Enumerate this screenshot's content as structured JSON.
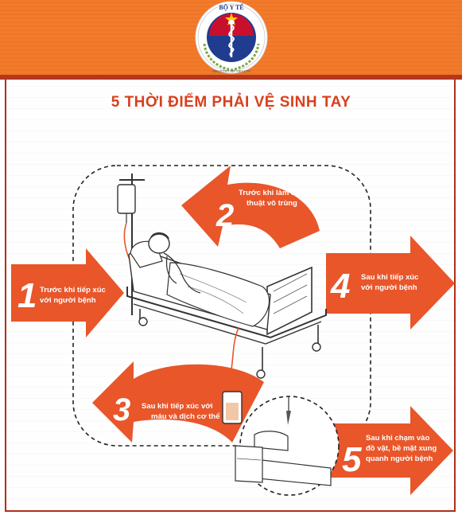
{
  "header": {
    "logo_top_text": "BỘ Y TẾ",
    "logo_bottom_text": "MINISTRY OF HEALTH",
    "brand_color": "#f47a2a",
    "logo_icon": "caduceus-emblem"
  },
  "title": "5 THỜI ĐIỂM PHẢI VỆ SINH TAY",
  "moments": [
    {
      "number": "1",
      "line1": "Trước khi tiếp xúc",
      "line2": "với người bệnh"
    },
    {
      "number": "2",
      "line1": "Trước khi làm thủ",
      "line2": "thuật vô trùng"
    },
    {
      "number": "3",
      "line1": "Sau khi tiếp xúc với",
      "line2": "máu và dịch cơ thể"
    },
    {
      "number": "4",
      "line1": "Sau khi tiếp xúc",
      "line2": "với người bệnh"
    },
    {
      "number": "5",
      "line1": "Sau khi chạm vào",
      "line2": "đồ vật, bề mặt xung",
      "line3": "quanh người bệnh"
    }
  ],
  "colors": {
    "arrow": "#e8562a",
    "title": "#d9401d",
    "border": "#b0301b"
  }
}
